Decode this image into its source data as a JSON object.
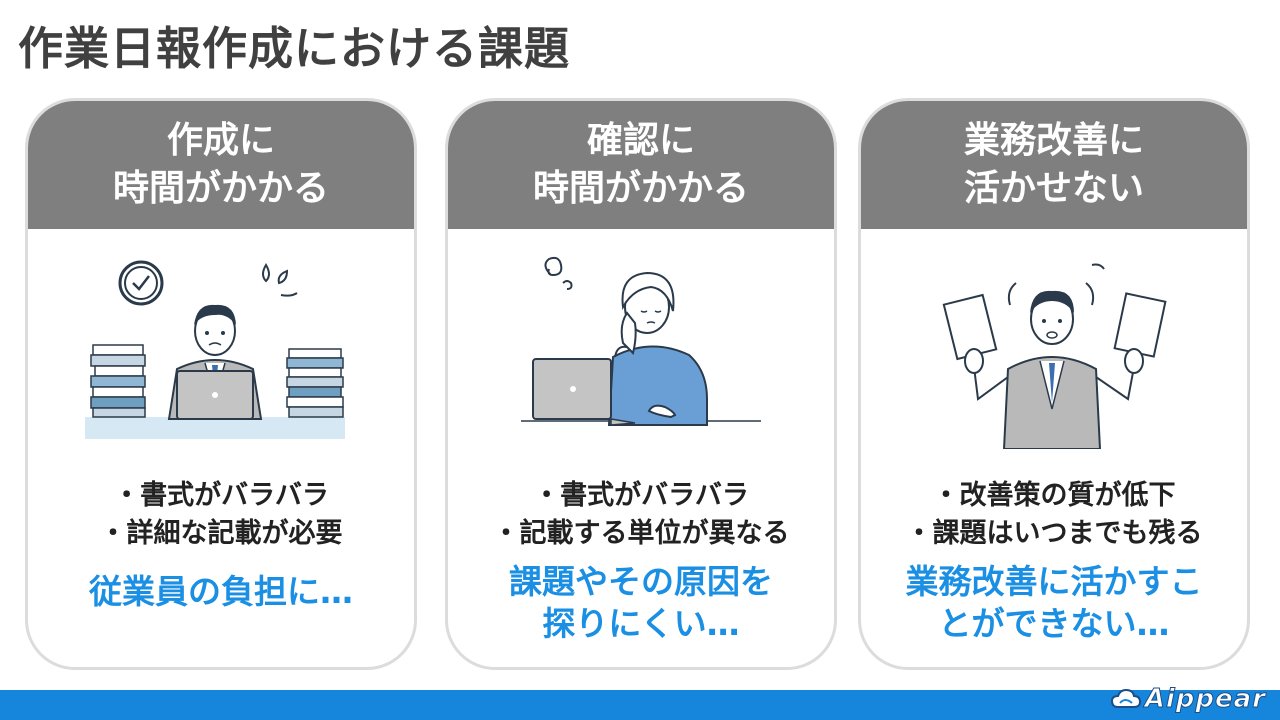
{
  "title": "作業日報作成における課題",
  "cards": [
    {
      "header": [
        "作成に",
        "時間がかかる"
      ],
      "bullets": [
        "・書式がバラバラ",
        "・詳細な記載が必要"
      ],
      "conclusion": [
        "従業員の負担に…"
      ],
      "illustration": "overwhelmed-worker-with-paper-stacks"
    },
    {
      "header": [
        "確認に",
        "時間がかかる"
      ],
      "bullets": [
        "・書式がバラバラ",
        "・記載する単位が異なる"
      ],
      "conclusion": [
        "課題やその原因を",
        "探りにくい…"
      ],
      "illustration": "tired-woman-at-laptop"
    },
    {
      "header": [
        "業務改善に",
        "活かせない"
      ],
      "bullets": [
        "・改善策の質が低下",
        "・課題はいつまでも残る"
      ],
      "conclusion": [
        "業務改善に活かすこ",
        "とができない…"
      ],
      "illustration": "confused-man-holding-papers"
    }
  ],
  "brand": {
    "name": "Aippear",
    "color": "#1686dd"
  },
  "colors": {
    "header_bg": "#7f7f7f",
    "accent_text": "#1a8fe3"
  }
}
